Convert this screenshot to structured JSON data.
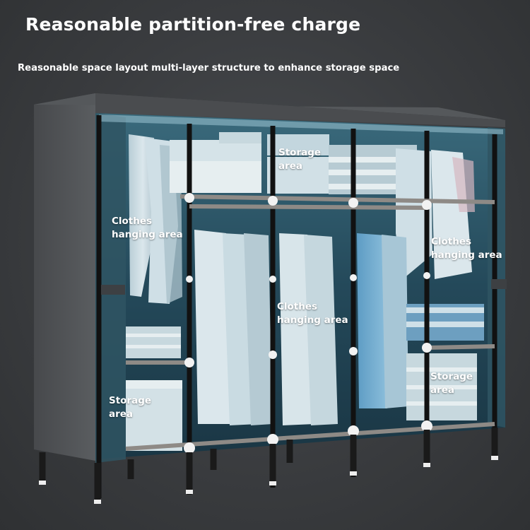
{
  "headline": "Reasonable partition-free charge",
  "subtitle": "Reasonable space layout multi-layer structure to enhance storage space",
  "callouts": {
    "top_storage": [
      "Storage",
      "area"
    ],
    "left_hanging": [
      "Clothes",
      "hanging area"
    ],
    "right_hanging": [
      "Clothes",
      "hanging area"
    ],
    "center_hanging": [
      "Clothes",
      "hanging area"
    ],
    "left_storage": [
      "Storage",
      "area"
    ],
    "right_storage": [
      "Storage",
      "area"
    ]
  },
  "colors": {
    "background": "#3a3c3f",
    "fabric_cover": "#4d4f52",
    "interior": "#1f3f4c",
    "glow": "#9cc4d4",
    "frame_pole": "#111111",
    "connector": "#f2f2f2",
    "label_text": "#ffffff"
  }
}
